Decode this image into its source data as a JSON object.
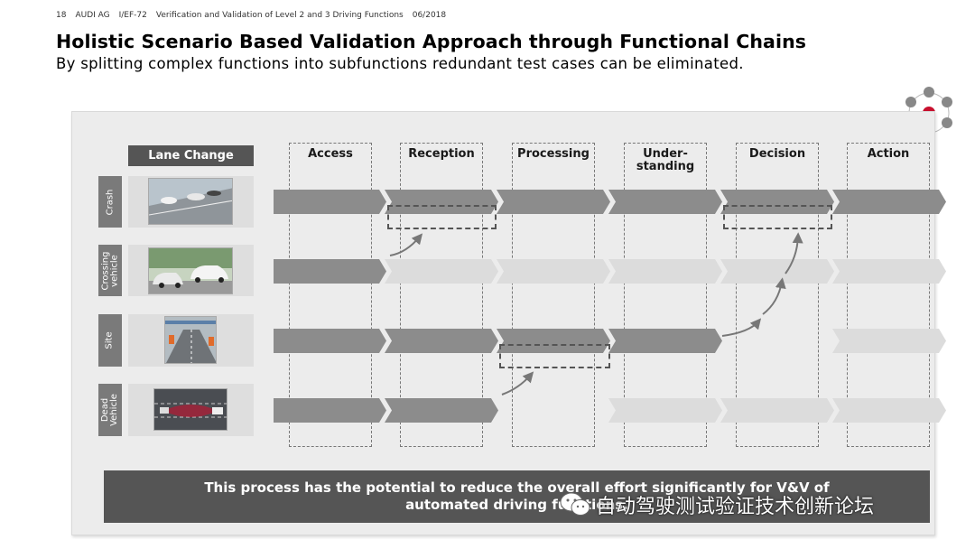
{
  "header": {
    "page_number": "18",
    "company": "AUDI AG",
    "dept": "I/EF-72",
    "topic": "Verification and Validation of Level 2 and 3 Driving Functions",
    "date": "06/2018"
  },
  "title": "Holistic Scenario Based Validation Approach through Functional Chains",
  "subtitle": "By splitting complex functions into subfunctions redundant test cases can be eliminated.",
  "lane_change": "Lane Change",
  "rows": [
    {
      "label": "Crash"
    },
    {
      "label": "Crossing vehicle"
    },
    {
      "label": "Site"
    },
    {
      "label": "Dead Vehicle"
    }
  ],
  "columns": [
    "Access",
    "Reception",
    "Processing",
    "Under-",
    "standing",
    "Decision",
    "Action"
  ],
  "banner": {
    "line1": "This process has the potential to reduce the overall effort significantly for V&V of",
    "line2": "automated driving functions."
  },
  "watermark": "自动驾驶测试验证技术创新论坛",
  "colors": {
    "dark_arrow": "#8c8c8c",
    "light_arrow": "#dcdcdc",
    "banner": "#555555",
    "accent": "#c8102e"
  },
  "icons": [
    "cycle-diagram-icon",
    "wechat-icon"
  ]
}
